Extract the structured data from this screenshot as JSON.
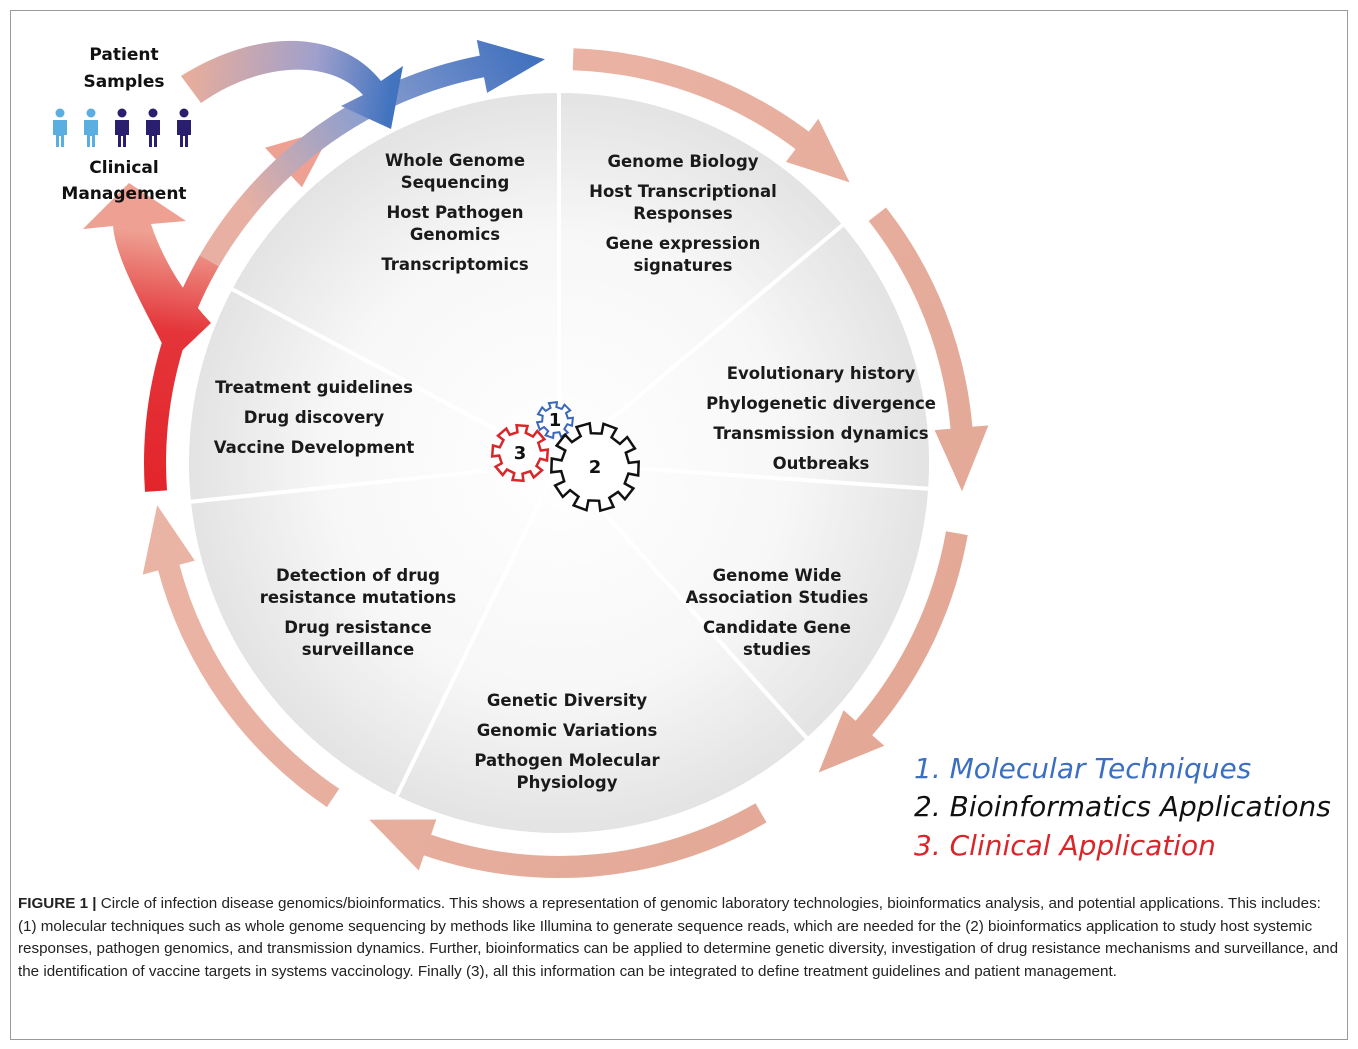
{
  "side_labels": {
    "patient": [
      "Patient",
      "Samples"
    ],
    "clinical": [
      "Clinical",
      "Management"
    ]
  },
  "people_icons": {
    "count": 5,
    "light_count": 2,
    "light_color": "#5aaee0",
    "dark_color": "#2a1f6e"
  },
  "segments": [
    {
      "id": "molecular",
      "lines": [
        "Whole Genome",
        "Sequencing",
        "Host Pathogen",
        "Genomics",
        "Transcriptomics"
      ]
    },
    {
      "id": "genome",
      "lines": [
        "Genome Biology",
        "Host Transcriptional",
        "Responses",
        "Gene expression",
        "signatures"
      ]
    },
    {
      "id": "evolution",
      "lines": [
        "Evolutionary history",
        "Phylogenetic divergence",
        "Transmission dynamics",
        "Outbreaks"
      ]
    },
    {
      "id": "association",
      "lines": [
        "Genome Wide",
        "Association Studies",
        "Candidate Gene",
        "studies"
      ]
    },
    {
      "id": "diversity",
      "lines": [
        "Genetic Diversity",
        "Genomic Variations",
        "Pathogen Molecular",
        "Physiology"
      ]
    },
    {
      "id": "resistance",
      "lines": [
        "Detection of drug",
        "resistance mutations",
        "Drug resistance",
        "surveillance"
      ]
    },
    {
      "id": "treatment",
      "lines": [
        "Treatment guidelines",
        "Drug discovery",
        "Vaccine Development"
      ]
    }
  ],
  "gears": [
    {
      "label": "1",
      "color": "#3a67b8"
    },
    {
      "label": "2",
      "color": "#111111"
    },
    {
      "label": "3",
      "color": "#d9262a"
    }
  ],
  "legend": [
    {
      "text": "1. Molecular Techniques",
      "color": "#3d6fc0"
    },
    {
      "text": "2. Bioinformatics Applications",
      "color": "#111111"
    },
    {
      "text": "3. Clinical Application",
      "color": "#d9262a"
    }
  ],
  "colors": {
    "arrow_salmon": "#e6a795",
    "arrow_blue": "#4a78bf",
    "arrow_red": "#e3232a"
  },
  "caption": {
    "label": "FIGURE 1 |",
    "text": "Circle of infection disease genomics/bioinformatics. This shows a representation of genomic laboratory technologies, bioinformatics analysis, and potential applications. This includes: (1) molecular techniques such as whole genome sequencing by methods like Illumina to generate sequence reads, which are needed for the (2) bioinformatics application to study host systemic responses, pathogen genomics, and transmission dynamics. Further, bioinformatics can be applied to determine genetic diversity, investigation of drug resistance mechanisms and surveillance, and the identification of vaccine targets in systems vaccinology. Finally (3), all this information can be integrated to define treatment guidelines and patient management."
  }
}
